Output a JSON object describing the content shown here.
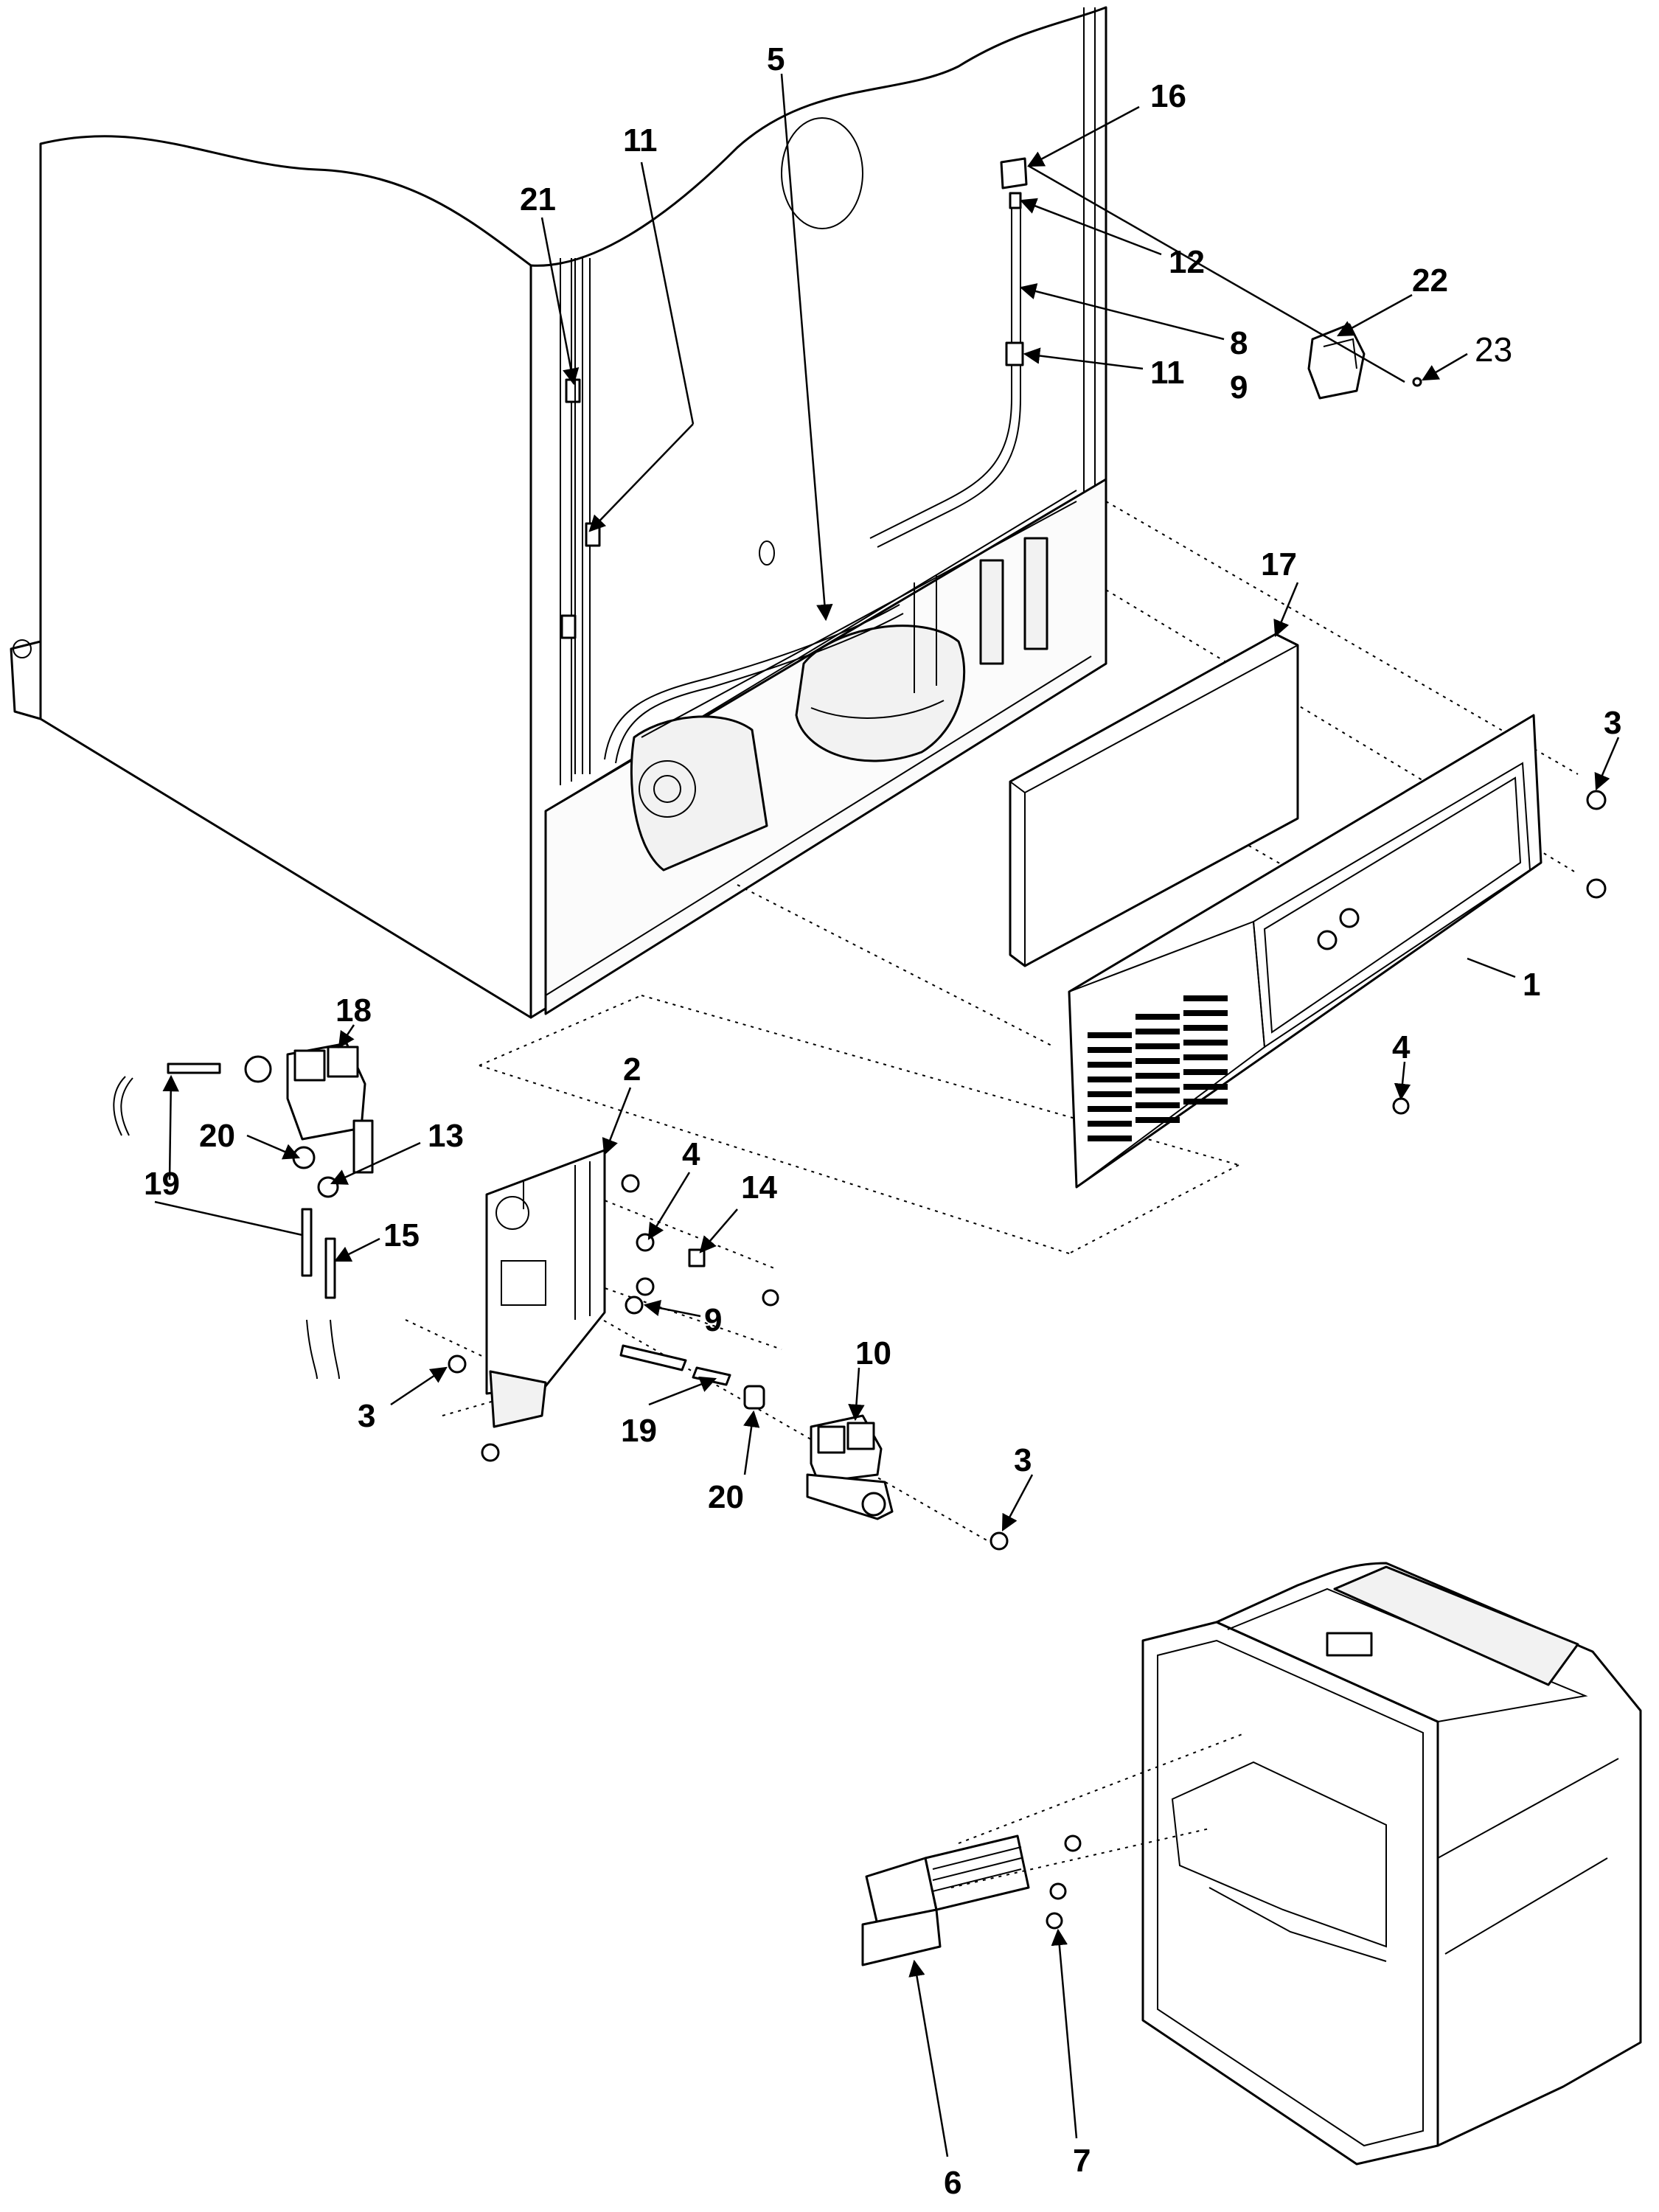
{
  "callouts": {
    "c1": "1",
    "c2": "2",
    "c3a": "3",
    "c3b": "3",
    "c3c": "3",
    "c4a": "4",
    "c4b": "4",
    "c5": "5",
    "c6": "6",
    "c7": "7",
    "c8": "8",
    "c9a": "9",
    "c9b": "9",
    "c10": "10",
    "c11a": "11",
    "c11b": "11",
    "c12": "12",
    "c13": "13",
    "c14": "14",
    "c15": "15",
    "c16": "16",
    "c17": "17",
    "c18": "18",
    "c19a": "19",
    "c19b": "19",
    "c20a": "20",
    "c20b": "20",
    "c21": "21",
    "c22": "22",
    "c23": "23"
  }
}
